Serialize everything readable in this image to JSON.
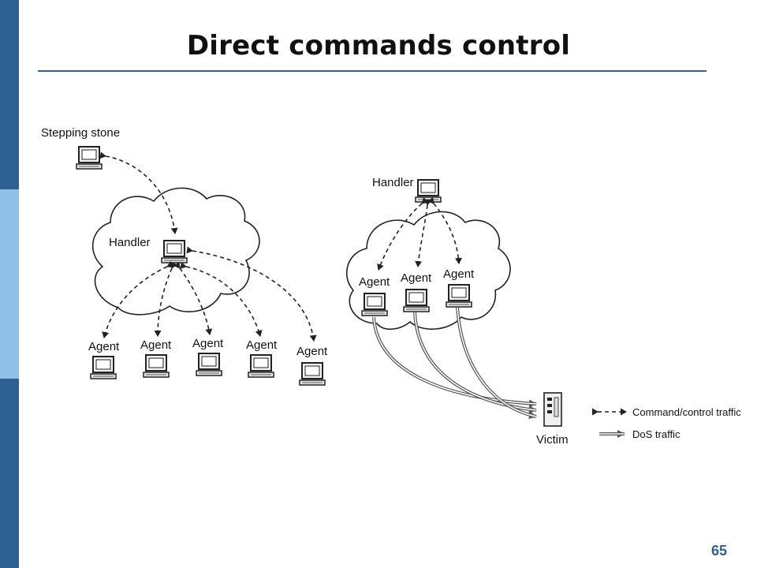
{
  "slide": {
    "title": "Direct commands control",
    "page_number": "65"
  },
  "diagram": {
    "left_network": {
      "stepping_stone_label": "Stepping stone",
      "handler_label": "Handler",
      "agent_labels": [
        "Agent",
        "Agent",
        "Agent",
        "Agent",
        "Agent"
      ]
    },
    "right_network": {
      "handler_label": "Handler",
      "agent_labels": [
        "Agent",
        "Agent",
        "Agent"
      ],
      "victim_label": "Victim"
    },
    "legend": {
      "command_label": "Command/control traffic",
      "dos_label": "DoS traffic"
    }
  }
}
